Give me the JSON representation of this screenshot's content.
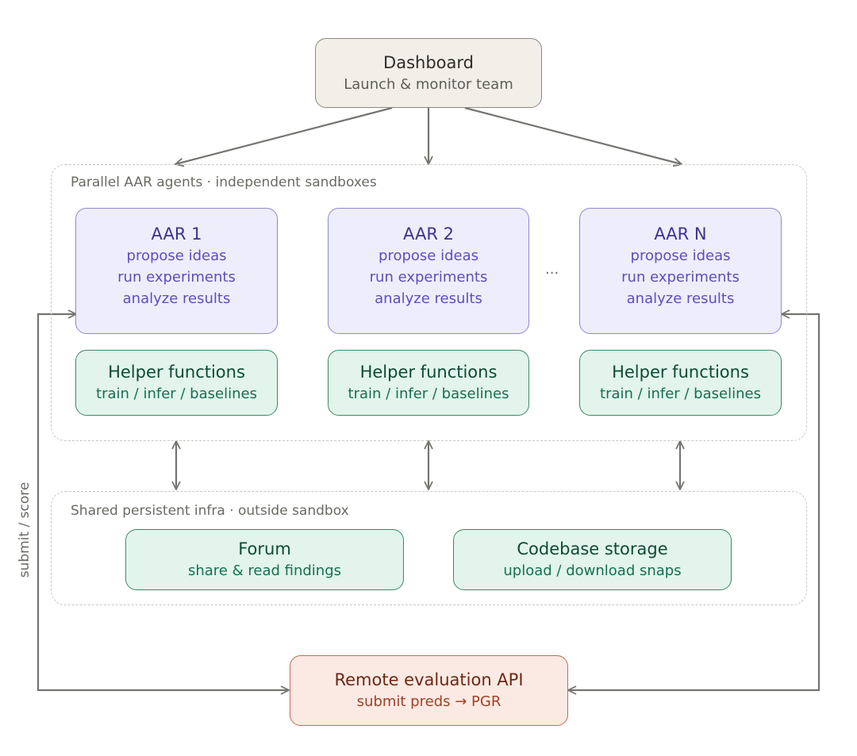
{
  "dashboard": {
    "title": "Dashboard",
    "subtitle": "Launch & monitor team"
  },
  "parallel_group": {
    "label": "Parallel AAR agents · independent sandboxes"
  },
  "agents": [
    {
      "title": "AAR 1",
      "lines": [
        "propose ideas",
        "run experiments",
        "analyze results"
      ]
    },
    {
      "title": "AAR 2",
      "lines": [
        "propose ideas",
        "run experiments",
        "analyze results"
      ]
    },
    {
      "title": "AAR N",
      "lines": [
        "propose ideas",
        "run experiments",
        "analyze results"
      ]
    }
  ],
  "ellipsis": "···",
  "helpers": [
    {
      "title": "Helper functions",
      "subtitle": "train / infer / baselines"
    },
    {
      "title": "Helper functions",
      "subtitle": "train / infer / baselines"
    },
    {
      "title": "Helper functions",
      "subtitle": "train / infer / baselines"
    }
  ],
  "shared_group": {
    "label": "Shared persistent infra · outside sandbox"
  },
  "forum": {
    "title": "Forum",
    "subtitle": "share & read findings"
  },
  "codebase": {
    "title": "Codebase storage",
    "subtitle": "upload / download snaps"
  },
  "side_label": "submit / score",
  "api": {
    "title": "Remote evaluation API",
    "subtitle": "submit preds → PGR"
  },
  "colors": {
    "arrow": "#757470",
    "agent_fill": "#eeedfb",
    "helper_fill": "#e2f4ec",
    "api_fill": "#fbeae4",
    "dashboard_fill": "#f1efe8"
  }
}
